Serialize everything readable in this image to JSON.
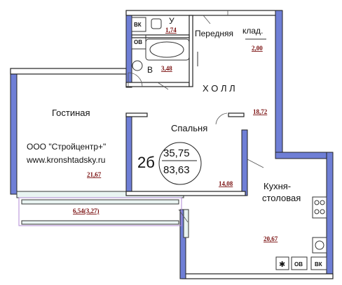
{
  "apartment": {
    "type_label": "2б",
    "area_living": "35,75",
    "area_total": "83,63"
  },
  "company": {
    "name": "ООО \"Стройцентр+\"",
    "website": "www.kronshtadsky.ru"
  },
  "rooms": {
    "living": {
      "name": "Гостиная",
      "area": "21,67"
    },
    "bedroom": {
      "name": "Спальня",
      "area": "14,08"
    },
    "kitchen": {
      "name_line1": "Кухня-",
      "name_line2": "столовая",
      "area": "20,67"
    },
    "hall": {
      "name": "Х О Л Л",
      "area": "18,72"
    },
    "entry": {
      "name": "Передняя",
      "area": ""
    },
    "storage": {
      "name": "клад.",
      "area": "2,00"
    },
    "toilet": {
      "name": "У",
      "area": "1,74"
    },
    "bath": {
      "name": "В",
      "area": "3,48"
    },
    "balcony": {
      "area": "6,54(3,27)"
    }
  },
  "fixtures": {
    "vk_top": "ВК",
    "ov_top": "ОВ",
    "ov_bottom": "ОВ",
    "vk_bottom": "ВК",
    "vent_symbol": "✱"
  },
  "colors": {
    "wall": "#6f7fd6",
    "area_text": "#7a1010",
    "balcony_line": "#b08ad6"
  }
}
